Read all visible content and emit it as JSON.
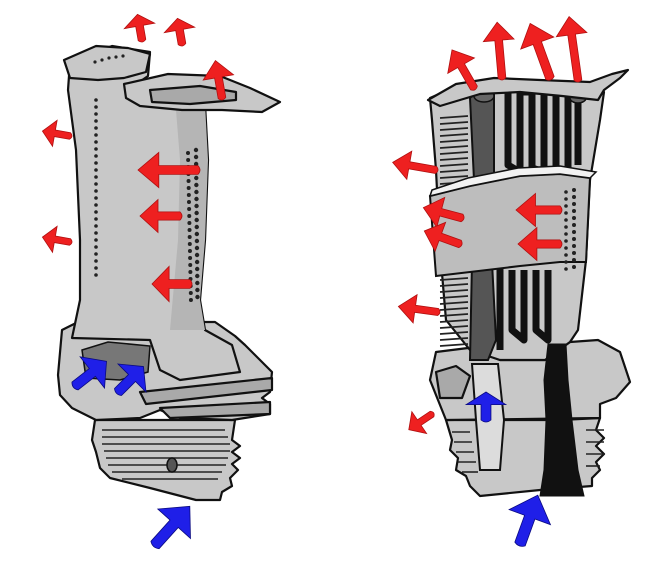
{
  "figure": {
    "background": "#ffffff",
    "colors": {
      "metal": "#c8c8c8",
      "metal_dark": "#a9a9a9",
      "outline": "#111111",
      "cooling_air_in": "#1f1fe8",
      "hot_air_out": "#ee2020"
    },
    "panels": [
      {
        "id": "left",
        "subject": "turbine-blade-exterior",
        "icon": "blade-exterior-icon"
      },
      {
        "id": "right",
        "subject": "turbine-blade-cutaway",
        "icon": "blade-cutaway-icon"
      }
    ],
    "arrow_icons": {
      "inflow": "blue-arrow-icon",
      "outflow": "red-arrow-icon"
    }
  }
}
